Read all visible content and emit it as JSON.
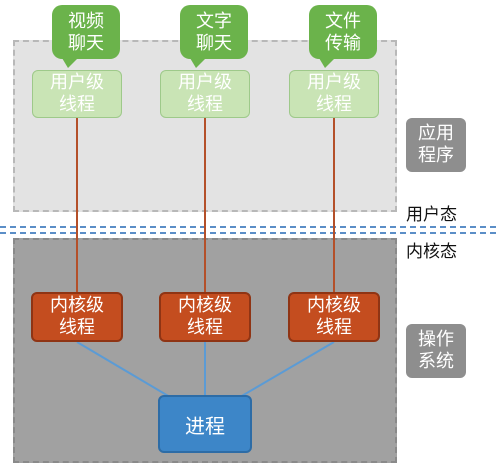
{
  "apps": [
    "视频\n聊天",
    "文字\n聊天",
    "文件\n传输"
  ],
  "user_thread_label": "用户级\n线程",
  "kernel_thread_label": "内核级\n线程",
  "process_label": "进程",
  "app_tag": "应用\n程序",
  "os_tag": "操作\n系统",
  "user_mode": "用户态",
  "kernel_mode": "内核态",
  "colors": {
    "bubble": "#6bb34b",
    "user_thread": "#c9e4b5",
    "kernel_thread": "#c44d1f",
    "process": "#3d86c8",
    "thread_link": "#b4502a",
    "process_link": "#5b9bd5"
  }
}
